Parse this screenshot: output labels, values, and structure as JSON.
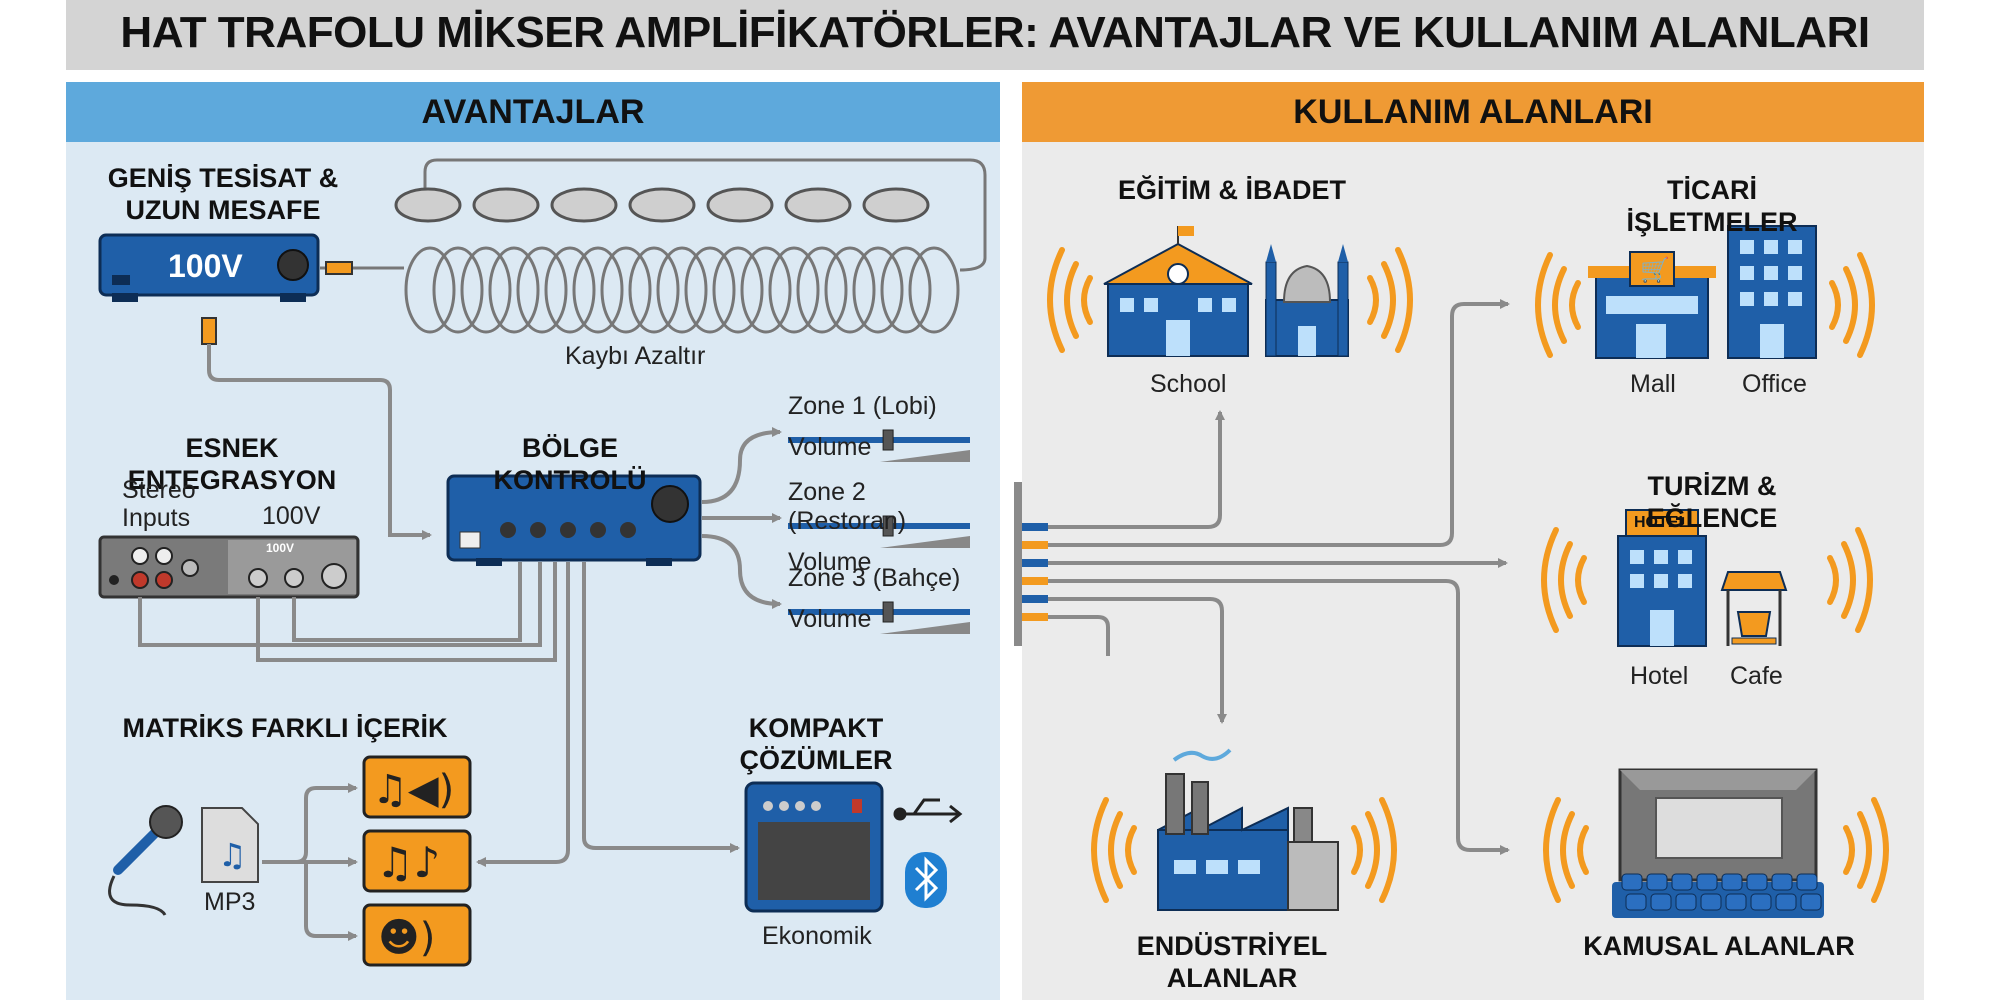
{
  "title": "HAT TRAFOLU MİKSER AMPLİFİKATÖRLER: AVANTAJLAR VE KULLANIM ALANLARI",
  "left_panel": {
    "header": "AVANTAJLAR",
    "wide_install": {
      "title_line1": "GENİŞ TESİSAT &",
      "title_line2": "UZUN MESAFE",
      "amp_label": "100V",
      "loss_label": "Kaybı Azaltır"
    },
    "integration": {
      "title": "ESNEK ENTEGRASYON",
      "stereo_line1": "Stereo",
      "stereo_line2": "Inputs",
      "v100_label": "100V",
      "panel_marking": "100V"
    },
    "zone_control": {
      "title": "BÖLGE KONTROLÜ",
      "zones": [
        {
          "name": "Zone 1 (Lobi)",
          "volume_label": "Volume",
          "level": 0.55
        },
        {
          "name": "Zone 2 (Restoran)",
          "volume_label": "Volume",
          "level": 0.55
        },
        {
          "name": "Zone 3 (Bahçe)",
          "volume_label": "Volume",
          "level": 0.55
        }
      ]
    },
    "matrix": {
      "title": "MATRİKS FARKLI İÇERİK",
      "mp3_label": "MP3"
    },
    "compact": {
      "title": "KOMPAKT ÇÖZÜMLER",
      "label": "Ekonomik"
    }
  },
  "right_panel": {
    "header": "KULLANIM ALANLARI",
    "education": {
      "title": "EĞİTİM & İBADET",
      "school_label": "School"
    },
    "commercial": {
      "title": "TİCARİ İŞLETMELER",
      "mall_label": "Mall",
      "office_label": "Office"
    },
    "tourism": {
      "title": "TURİZM & EĞLENCE",
      "hotel_sign": "HOTEL",
      "hotel_label": "Hotel",
      "cafe_label": "Cafe"
    },
    "industrial": {
      "title": "ENDÜSTRİYEL ALANLAR"
    },
    "public": {
      "title": "KAMUSAL ALANLAR"
    }
  },
  "colors": {
    "blue": "#1f5fa8",
    "orange": "#f39a1f",
    "left_bg": "#dce9f3",
    "right_bg": "#ebebeb",
    "left_header": "#5ea9dc",
    "right_header": "#ef9a34",
    "wire": "#8a8a8a"
  }
}
